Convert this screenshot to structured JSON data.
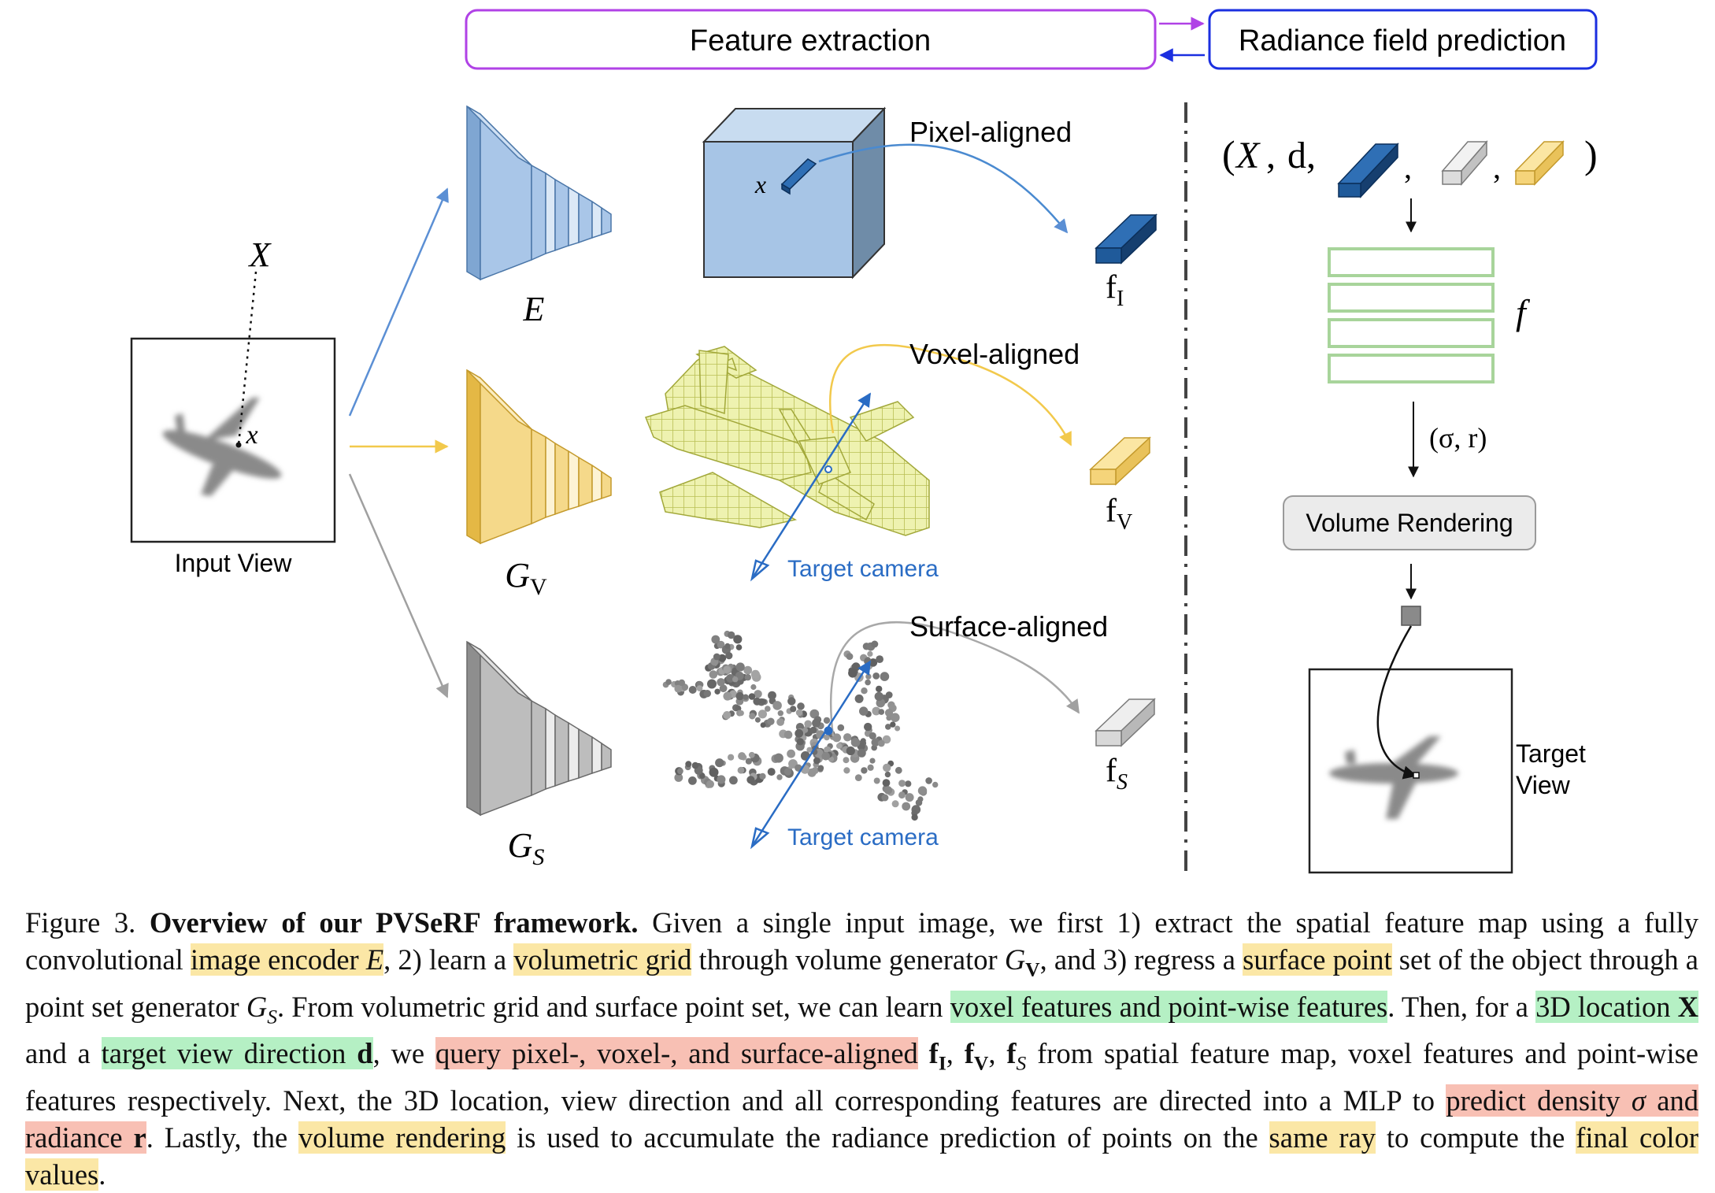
{
  "figure": {
    "header": {
      "feature_extraction": "Feature extraction",
      "radiance_field_prediction": "Radiance field prediction"
    },
    "input_view_label": "Input View",
    "point_X": "X",
    "point_x": "x",
    "cube_x": "x",
    "branches": {
      "pixel": {
        "title": "Pixel-aligned",
        "net": "E",
        "feat": "f",
        "feat_sub": "I"
      },
      "voxel": {
        "title": "Voxel-aligned",
        "net": "G",
        "net_sub": "V",
        "feat": "f",
        "feat_sub": "V",
        "camera": "Target camera"
      },
      "surface": {
        "title": "Surface-aligned",
        "net": "G",
        "net_sub": "S",
        "feat": "f",
        "feat_sub": "S",
        "camera": "Target camera"
      }
    },
    "radiance": {
      "tuple_open": "(",
      "tuple_X": "X",
      "tuple_d": "d,",
      "comma": ",",
      "tuple_close": ")",
      "comma_after_X": ",",
      "mlp_label": "f",
      "output_label": "(σ, r)",
      "volume_rendering": "Volume Rendering",
      "target_view_line1": "Target",
      "target_view_line2": "View"
    },
    "colors": {
      "pixel_blue": "#1f5a9a",
      "voxel_yellow": "#f2c94c",
      "surface_gray": "#a8a8a8",
      "header_purple": "#b042e6",
      "header_blue": "#1b2fe0",
      "mlp_green": "#a8d49b",
      "camera_blue": "#2a6cc4"
    }
  },
  "caption": {
    "fig_label": "Figure 3.",
    "title": "Overview of our PVSeRF framework.",
    "t1": " Given a single input image, we first 1) extract the spatial feature map using a fully convolutional ",
    "h1": "image encoder ",
    "h1_math": "E",
    "t2": ", 2) learn a ",
    "h2": "volumetric grid",
    "t3": " through volume generator ",
    "t3_math": "G",
    "t3_sub": "V",
    "t4": ", and 3) regress a ",
    "h3": "surface point",
    "t5": " set of the object through a point set generator ",
    "t5_math": "G",
    "t5_sub": "S",
    "t6": ". From volumetric grid and surface point set, we can learn ",
    "h4": "voxel features and point-wise features",
    "t7": ". Then, for a ",
    "h5": "3D location ",
    "h5_bold": "X",
    "t8": " and a ",
    "h6": "target view direction ",
    "h6_bold": "d",
    "t9": ", we ",
    "h7": "query pixel-, voxel-, and surface-aligned",
    "t10_f1": "f",
    "t10_f1s": "I",
    "t10_sep1": ", ",
    "t10_f2": "f",
    "t10_f2s": "V",
    "t10_sep2": ", ",
    "t10_f3": "f",
    "t10_f3s": "S",
    "t11": " from spatial feature map, voxel features and point-wise features respectively. Next, the 3D location, view direction and all corresponding features are directed into a MLP to ",
    "h8": "predict density ",
    "h8_sigma": "σ",
    "h8_mid": " and radiance ",
    "h8_r": "r",
    "t12": ". Lastly, the ",
    "h9": "volume rendering",
    "t13": " is used to accumulate the radiance prediction of points on the ",
    "h10": "same ray",
    "t14": " to compute the ",
    "h11": "final color values",
    "t15": "."
  }
}
